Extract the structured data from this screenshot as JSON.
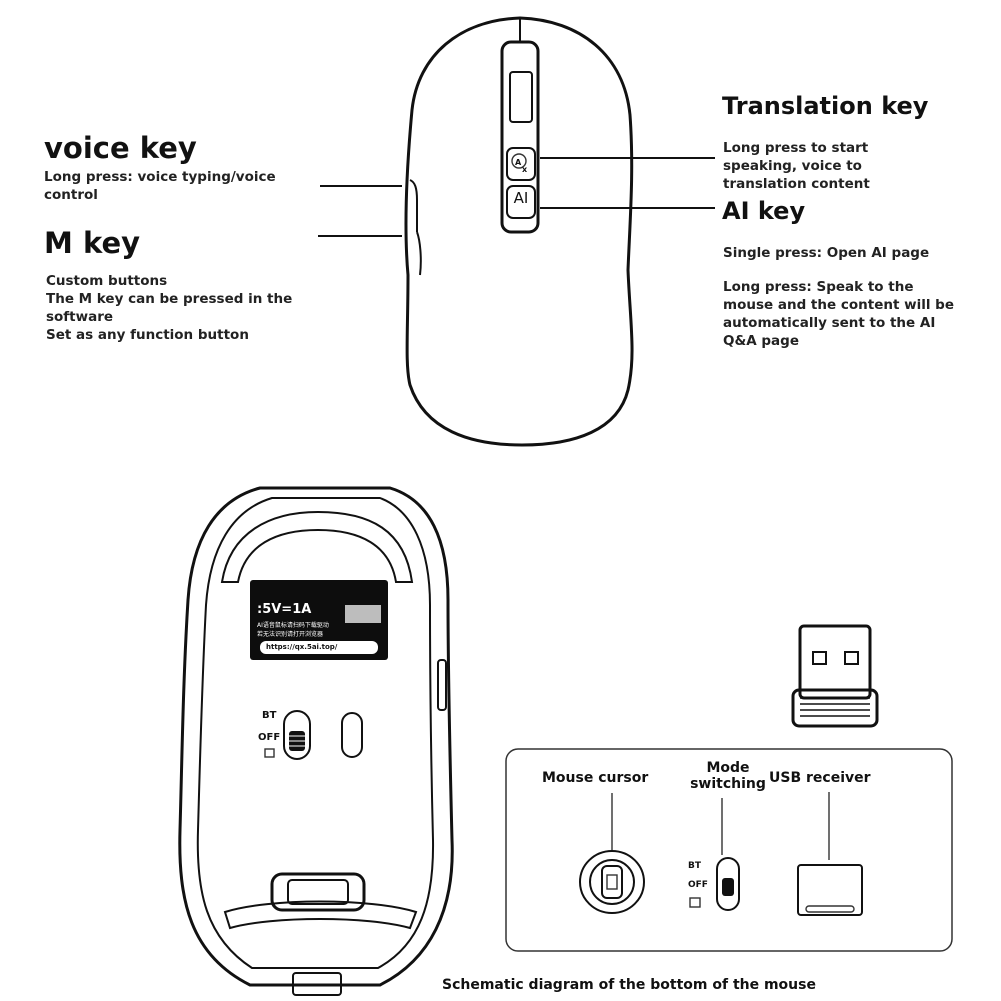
{
  "top_mouse": {
    "voice_key": {
      "title": "voice key",
      "desc": "Long press: voice typing/voice control"
    },
    "m_key": {
      "title": "M key",
      "desc_lines": [
        "Custom buttons",
        "The M key can be pressed in the software",
        "Set as any function button"
      ]
    },
    "translation_key": {
      "title": "Translation key",
      "desc": "Long press to start speaking, voice to translation content"
    },
    "ai_key": {
      "title": "AI key",
      "desc_single": "Single press: Open AI page",
      "desc_long": "Long press: Speak to the mouse and the content will be automatically sent to the AI Q&A page",
      "button_text": "AI"
    }
  },
  "bottom_mouse": {
    "sticker": {
      "rating": ":5V=1A",
      "line1": "AI语音鼠标请扫码下载驱动",
      "line2": "若无法识别请打开浏览器",
      "url": "https://qx.5ai.top/"
    },
    "switch_labels": {
      "bt": "BT",
      "off": "OFF"
    }
  },
  "legend": {
    "mouse_cursor": "Mouse cursor",
    "mode_switching": "Mode switching",
    "usb_receiver": "USB receiver",
    "bt": "BT",
    "off": "OFF"
  },
  "caption": "Schematic diagram of the bottom of the mouse"
}
